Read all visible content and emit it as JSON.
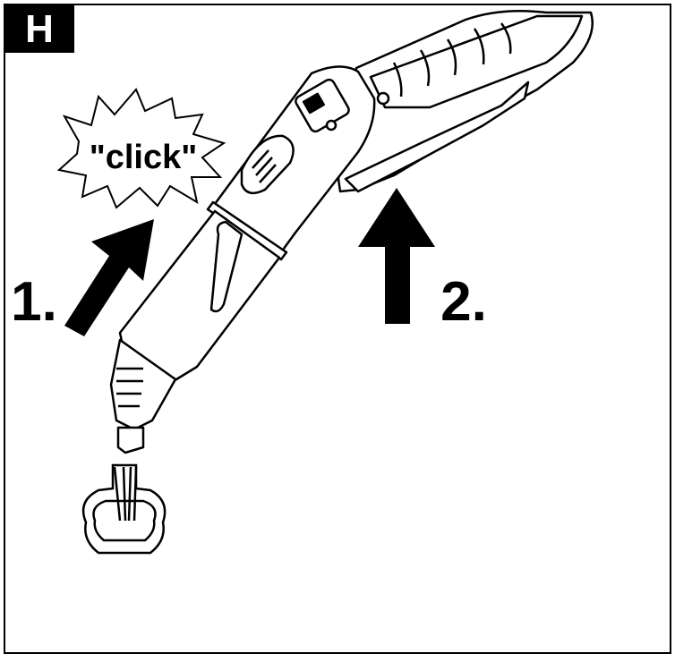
{
  "figure": {
    "panel_letter": "H",
    "sound_label": "\"click\"",
    "steps": [
      {
        "label": "1."
      },
      {
        "label": "2."
      }
    ]
  },
  "colors": {
    "ink": "#000000",
    "paper": "#ffffff",
    "badge_fg": "#ffffff"
  },
  "icons": {
    "steam-handle": "illustration",
    "nozzle-attachment": "illustration",
    "step-arrow": "solid-arrow"
  }
}
